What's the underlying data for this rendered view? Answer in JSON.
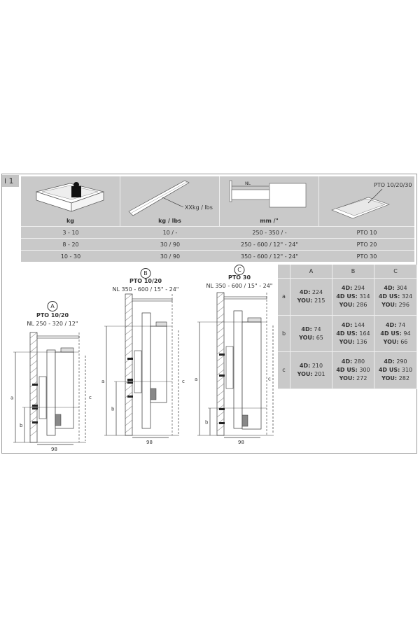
{
  "badge": "i 1",
  "top_table": {
    "headers": [
      "kg",
      "kg / lbs",
      "mm /\"",
      ""
    ],
    "callouts": {
      "runner": "XXkg / lbs",
      "nl": "NL",
      "pto": "PTO 10/20/30"
    },
    "rows": [
      [
        "3 - 10",
        "10 / -",
        "250 - 350 / -",
        "PTO 10"
      ],
      [
        "8 - 20",
        "30 / 90",
        "250 - 600 / 12\" - 24\"",
        "PTO 20"
      ],
      [
        "10 - 30",
        "30 / 90",
        "350 - 600 / 12\" - 24\"",
        "PTO 30"
      ]
    ]
  },
  "drawings": [
    {
      "letter": "A",
      "title": "PTO 10/20",
      "nl": "NL 250 - 320 / 12\"",
      "width": "98",
      "dims": [
        "a",
        "b",
        "c"
      ]
    },
    {
      "letter": "B",
      "title": "PTO 10/20",
      "nl": "NL 350 - 600 / 15\" - 24\"",
      "width": "98",
      "dims": [
        "a",
        "b",
        "c"
      ]
    },
    {
      "letter": "C",
      "title": "PTO 30",
      "nl": "NL 350 - 600 / 15\" - 24\"",
      "width": "98",
      "dims": [
        "a",
        "b",
        "c"
      ]
    }
  ],
  "dim_table": {
    "columns": [
      "A",
      "B",
      "C"
    ],
    "rows": [
      {
        "label": "a",
        "cells": [
          [
            [
              "4D:",
              "224"
            ],
            [
              "YOU:",
              "215"
            ]
          ],
          [
            [
              "4D:",
              "294"
            ],
            [
              "4D US:",
              "314"
            ],
            [
              "YOU:",
              "286"
            ]
          ],
          [
            [
              "4D:",
              "304"
            ],
            [
              "4D US:",
              "324"
            ],
            [
              "YOU:",
              "296"
            ]
          ]
        ]
      },
      {
        "label": "b",
        "cells": [
          [
            [
              "4D:",
              "74"
            ],
            [
              "YOU:",
              "65"
            ]
          ],
          [
            [
              "4D:",
              "144"
            ],
            [
              "4D US:",
              "164"
            ],
            [
              "YOU:",
              "136"
            ]
          ],
          [
            [
              "4D:",
              "74"
            ],
            [
              "4D US:",
              "94"
            ],
            [
              "YOU:",
              "66"
            ]
          ]
        ]
      },
      {
        "label": "c",
        "cells": [
          [
            [
              "4D:",
              "210"
            ],
            [
              "YOU:",
              "201"
            ]
          ],
          [
            [
              "4D:",
              "280"
            ],
            [
              "4D US:",
              "300"
            ],
            [
              "YOU:",
              "272"
            ]
          ],
          [
            [
              "4D:",
              "290"
            ],
            [
              "4D US:",
              "310"
            ],
            [
              "YOU:",
              "282"
            ]
          ]
        ]
      }
    ]
  }
}
